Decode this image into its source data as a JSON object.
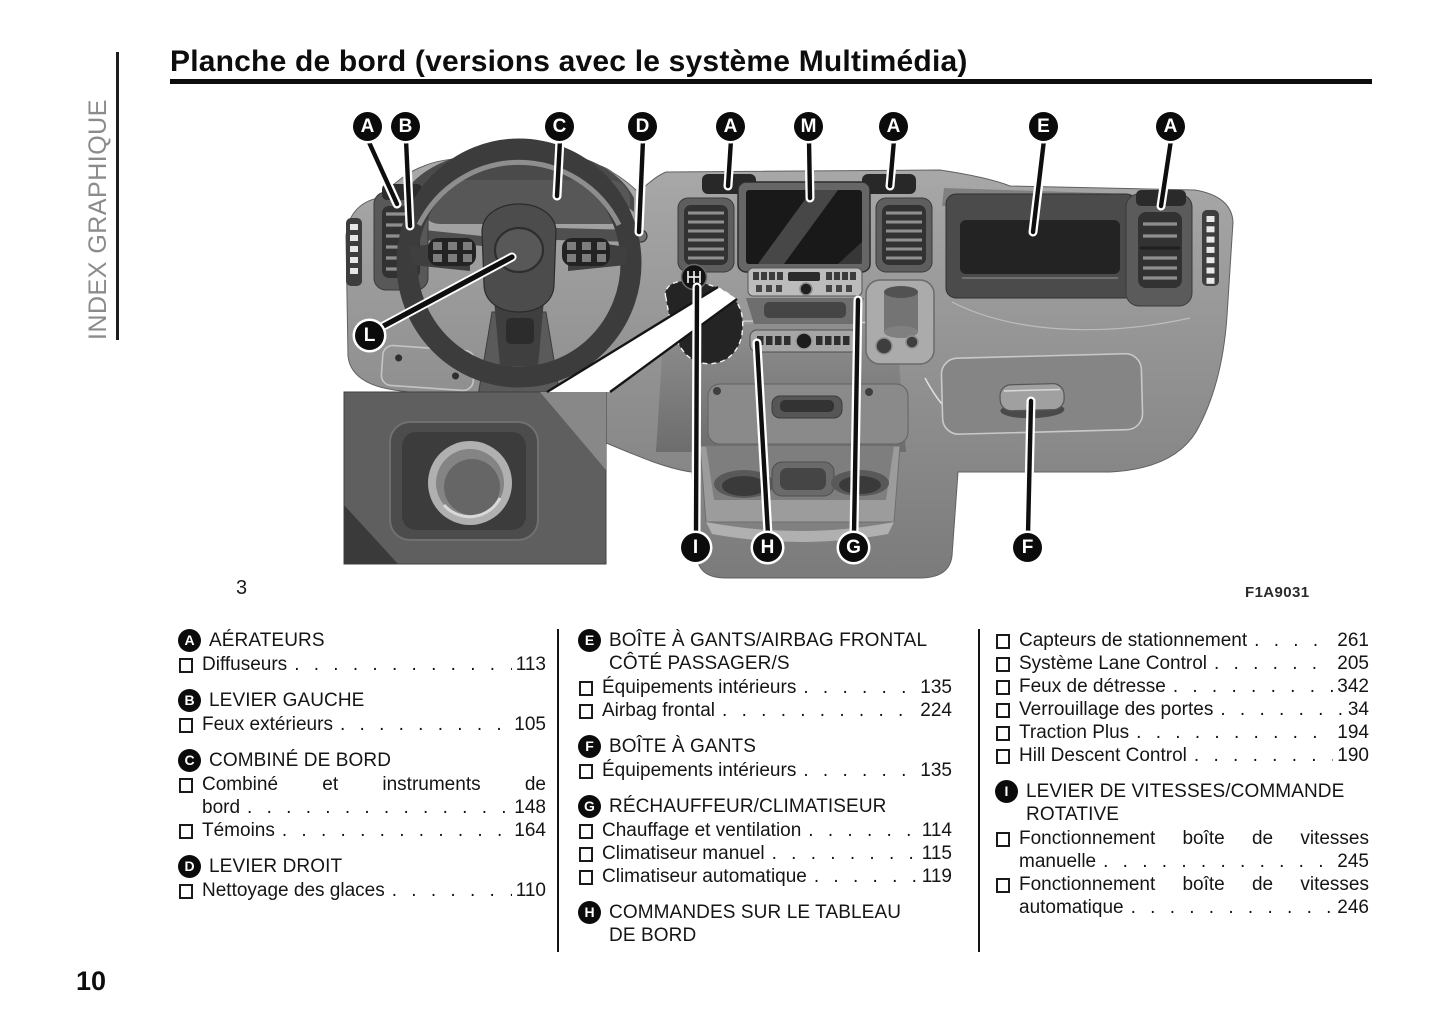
{
  "colors": {
    "ink": "#111111",
    "sidebar_gray": "#8b8b8b",
    "badge_bg": "#0b0b0b"
  },
  "sidebar": {
    "label": "INDEX GRAPHIQUE"
  },
  "header": {
    "title": "Planche de bord (versions avec le système Multimédia)"
  },
  "figure": {
    "number": "3",
    "code": "F1A9031"
  },
  "diagram": {
    "top_callouts": [
      {
        "letter": "A"
      },
      {
        "letter": "B"
      },
      {
        "letter": "C"
      },
      {
        "letter": "D"
      },
      {
        "letter": "A"
      },
      {
        "letter": "M"
      },
      {
        "letter": "A"
      },
      {
        "letter": "E"
      },
      {
        "letter": "A"
      }
    ],
    "bottom_callouts": [
      {
        "letter": "I"
      },
      {
        "letter": "H"
      },
      {
        "letter": "G"
      },
      {
        "letter": "F"
      }
    ],
    "inline_callouts": [
      {
        "letter": "L"
      }
    ]
  },
  "index": {
    "columns": [
      {
        "sections": [
          {
            "marker": "A",
            "title": "AÉRATEURS",
            "entries": [
              {
                "label": "Diffuseurs",
                "page": "113"
              }
            ]
          },
          {
            "marker": "B",
            "title": "LEVIER GAUCHE",
            "entries": [
              {
                "label": "Feux extérieurs",
                "page": "105"
              }
            ]
          },
          {
            "marker": "C",
            "title": "COMBINÉ DE BORD",
            "entries": [
              {
                "label": "Combiné et instruments de",
                "label2": "bord",
                "page": "148"
              },
              {
                "label": "Témoins",
                "page": "164"
              }
            ]
          },
          {
            "marker": "D",
            "title": "LEVIER DROIT",
            "entries": [
              {
                "label": "Nettoyage des glaces",
                "page": "110"
              }
            ]
          }
        ]
      },
      {
        "sections": [
          {
            "marker": "E",
            "title": "BOÎTE À GANTS/AIRBAG FRONTAL",
            "title2": "CÔTÉ PASSAGER/S",
            "entries": [
              {
                "label": "Équipements intérieurs",
                "page": "135"
              },
              {
                "label": "Airbag frontal",
                "page": "224"
              }
            ]
          },
          {
            "marker": "F",
            "title": "BOÎTE À GANTS",
            "entries": [
              {
                "label": "Équipements intérieurs",
                "page": "135"
              }
            ]
          },
          {
            "marker": "G",
            "title": "RÉCHAUFFEUR/CLIMATISEUR",
            "entries": [
              {
                "label": "Chauffage et ventilation",
                "page": "114"
              },
              {
                "label": "Climatiseur manuel",
                "page": "115"
              },
              {
                "label": "Climatiseur automatique",
                "page": "119"
              }
            ]
          },
          {
            "marker": "H",
            "title": "COMMANDES SUR LE TABLEAU",
            "title2": "DE BORD",
            "entries": []
          }
        ]
      },
      {
        "sections": [
          {
            "entries": [
              {
                "label": "Capteurs de stationnement",
                "page": "261"
              },
              {
                "label": "Système Lane Control",
                "page": "205"
              },
              {
                "label": "Feux de détresse",
                "page": "342"
              },
              {
                "label": "Verrouillage des portes",
                "page": "34"
              },
              {
                "label": "Traction Plus",
                "page": "194"
              },
              {
                "label": "Hill Descent Control",
                "page": "190"
              }
            ]
          },
          {
            "marker": "I",
            "title": "LEVIER DE VITESSES/COMMANDE",
            "title2": "ROTATIVE",
            "entries": [
              {
                "label": "Fonctionnement boîte de vitesses",
                "label2": "manuelle",
                "page": "245"
              },
              {
                "label": "Fonctionnement boîte de vitesses",
                "label2": "automatique",
                "page": "246"
              }
            ]
          }
        ]
      }
    ]
  },
  "footer": {
    "page_number": "10"
  }
}
